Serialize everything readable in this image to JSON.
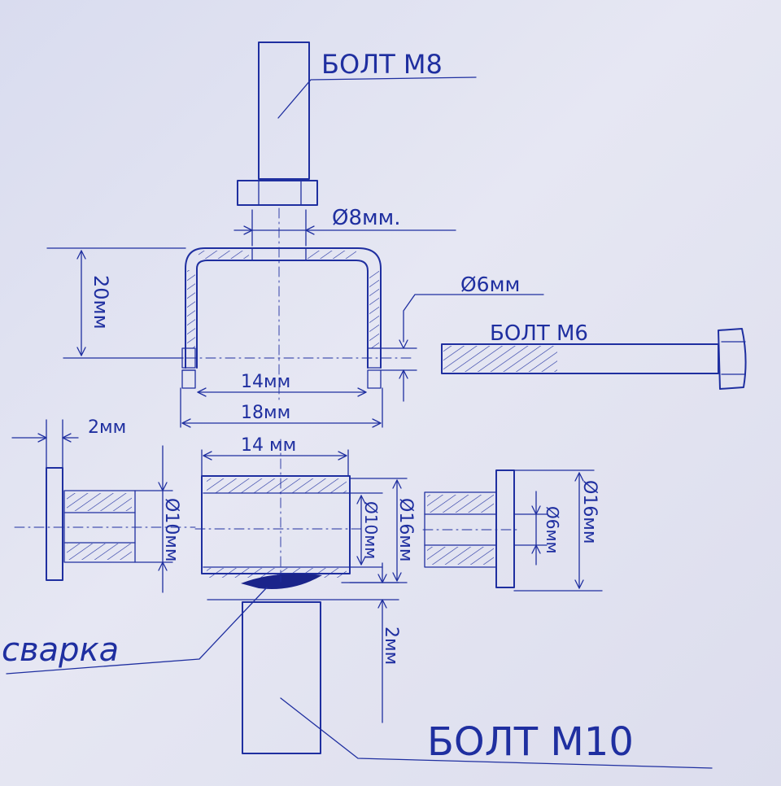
{
  "labels": {
    "bolt_m8": "БОЛТ М8",
    "d8": "Ø8мм.",
    "d6_top": "Ø6мм",
    "bolt_m6": "БОЛТ М6",
    "h20": "20мм",
    "w14_top": "14мм",
    "w18": "18мм",
    "t2_left": "2мм",
    "w14_mid": "14 мм",
    "d10_left": "Ø10мм",
    "d10_mid": "Ø10мм",
    "d16_mid": "Ø16мм",
    "d6_right": "Ø6мм",
    "d16_right": "Ø16мм",
    "t2_bottom": "2мм",
    "weld": "сварка",
    "bolt_m10": "БОЛТ М10"
  },
  "colors": {
    "ink": "#1f2fa0",
    "paper": "#e1e3f1"
  }
}
